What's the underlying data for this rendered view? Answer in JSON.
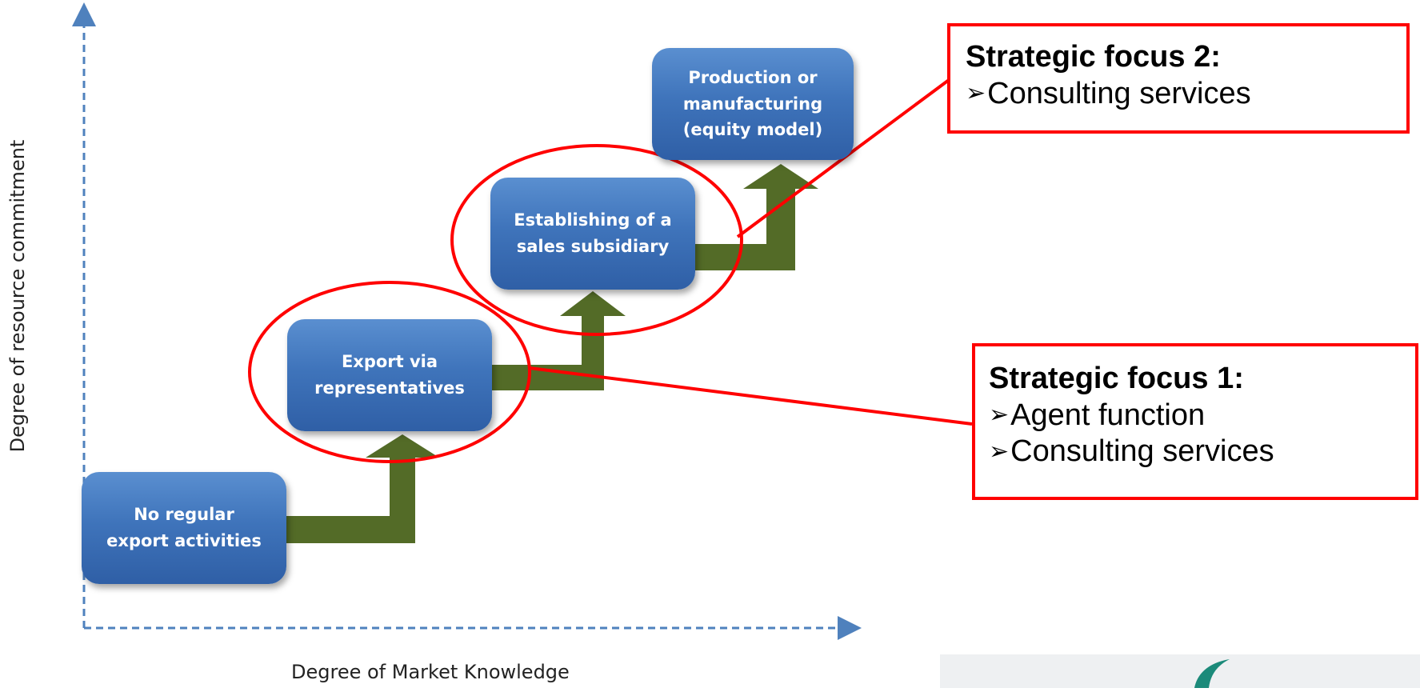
{
  "axes": {
    "x_label": "Degree of Market Knowledge",
    "y_label": "Degree of resource commitment"
  },
  "stages": [
    {
      "label": "No regular\nexport activities"
    },
    {
      "label": "Export via\nrepresentatives"
    },
    {
      "label": "Establishing of a\nsales subsidiary"
    },
    {
      "label": "Production or\nmanufacturing\n(equity model)"
    }
  ],
  "focus": {
    "one": {
      "title": "Strategic focus 1:",
      "bullet": "➢",
      "items": [
        "Agent function",
        "Consulting services"
      ]
    },
    "two": {
      "title": "Strategic focus 2:",
      "bullet": "➢",
      "items": [
        "Consulting services"
      ]
    }
  },
  "colors": {
    "stage_box": "#3f74bb",
    "arrow": "#536b27",
    "highlight": "#ff0000",
    "axis": "#4f81bd"
  }
}
